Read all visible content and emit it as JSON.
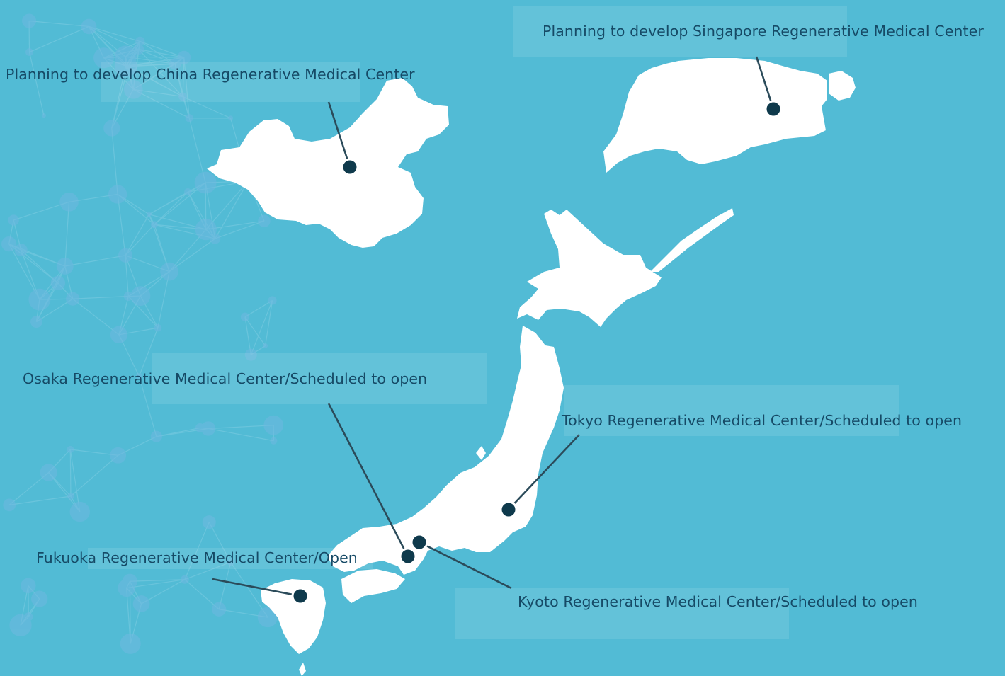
{
  "colors": {
    "sea": "#52bbd5",
    "land": "#ffffff",
    "marker": "#0f3a4c",
    "leader": "#2b4b5a",
    "label_text": "#164a66"
  },
  "labels": {
    "singapore": "Planning to develop Singapore Regenerative Medical Center",
    "china": "Planning to develop China Regenerative Medical Center",
    "osaka": "Osaka Regenerative Medical Center/Scheduled to open",
    "tokyo": "Tokyo Regenerative Medical Center/Scheduled to open",
    "fukuoka": "Fukuoka Regenerative Medical Center/Open",
    "kyoto": "Kyoto Regenerative Medical Center/Scheduled to open"
  }
}
